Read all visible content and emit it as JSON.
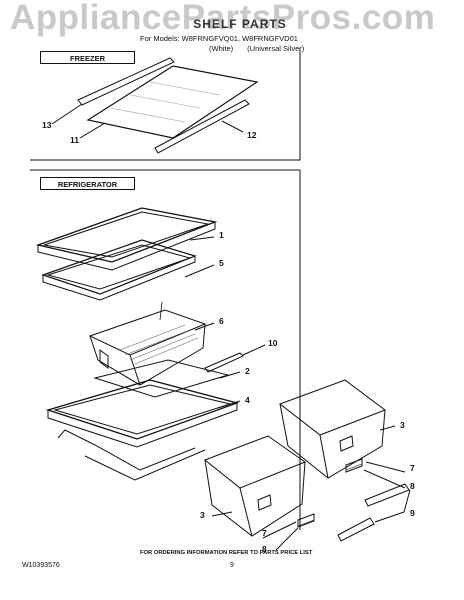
{
  "watermark": "AppliancePartsPros.com",
  "header": {
    "title": "SHELF PARTS",
    "models": "For Models: W8FRNGFVQ01, W8FRNGFVD01",
    "variant_white": "(White)",
    "variant_silver": "(Universal Silver)"
  },
  "sections": {
    "freezer": "FREEZER",
    "refrigerator": "REFRIGERATOR"
  },
  "callouts": {
    "c13": "13",
    "c11": "11",
    "c12": "12",
    "c1": "1",
    "c5": "5",
    "c6": "6",
    "c10": "10",
    "c2": "2",
    "c4": "4",
    "c3a": "3",
    "c7a": "7",
    "c8a": "8",
    "c9a": "9",
    "c3b": "3",
    "c7b": "7",
    "c8b": "8"
  },
  "footer": {
    "note": "FOR ORDERING INFORMATION REFER TO PARTS PRICE LIST",
    "doc_number": "W10393576",
    "page": "9"
  }
}
